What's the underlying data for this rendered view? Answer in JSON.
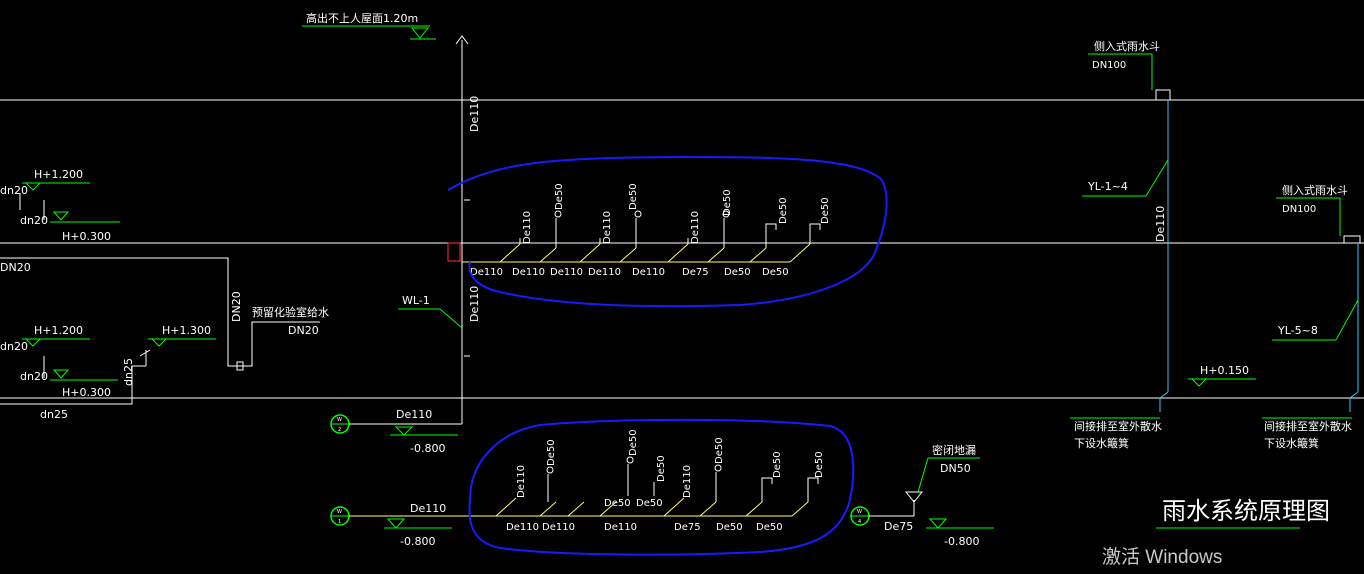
{
  "canvas": {
    "background": "#000000",
    "colors": {
      "white": "#ffffff",
      "green": "#00ff00",
      "yellow": "#ffff66",
      "cyan": "#33ccff",
      "blue": "#1a1aff",
      "red": "#ff3333"
    }
  },
  "labels": {
    "roof_note": "高出不上人屋面",
    "roof_height": "1.20m",
    "side_drain_1": "侧入式雨水斗",
    "side_drain_1_dn": "DN100",
    "yl_1_4": "YL-1~4",
    "side_drain_2": "侧入式雨水斗",
    "side_drain_2_dn": "DN100",
    "yl_5_8": "YL-5~8",
    "h_0150": "H+0.150",
    "indirect_1a": "间接排至室外散水",
    "indirect_1b": "下设水簸箕",
    "indirect_2a": "间接排至室外散水",
    "indirect_2b": "下设水簸箕",
    "de110_riser_cyan": "De110",
    "h1200_top": "H+1.200",
    "dn20_top": "dn20",
    "dn20_top2": "dn20",
    "h0300_top": "H+0.300",
    "dn20_mid": "DN20",
    "dn20_vert": "DN20",
    "reserved_lab": "预留化验室给水",
    "reserved_lab_dn": "DN20",
    "h1200_bottom": "H+1.200",
    "h1300": "H+1.300",
    "dn20_bot": "dn20",
    "dn20_bot2": "dn20",
    "dn25_vert": "dn25",
    "h0300_bottom": "H+0.300",
    "dn25": "dn25",
    "wl1": "WL-1",
    "de110_riser_top": "De110",
    "de110_riser_bottom": "De110",
    "upper_branch_labels": [
      "De110",
      "De110",
      "De110",
      "De110",
      "De110",
      "De75",
      "De50",
      "De50"
    ],
    "upper_vert_labels": [
      "De110",
      "De50",
      "De110",
      "De50",
      "De110",
      "De50",
      "De50",
      "De50"
    ],
    "circle_w2_a": "W",
    "circle_w2_b": "2",
    "de110_w2": "De110",
    "elev_w2": "-0.800",
    "lower_branch_labels": [
      "De110",
      "De110",
      "De50",
      "De50",
      "De110",
      "De75",
      "De50",
      "De50"
    ],
    "lower_vert_labels": [
      "De110",
      "De50",
      "De50",
      "De50",
      "De110",
      "De50",
      "De50",
      "De50"
    ],
    "circle_w1_a": "W",
    "circle_w1_b": "1",
    "de110_w1": "De110",
    "elev_w1": "-0.800",
    "floor_drain": "密闭地漏",
    "floor_drain_dn": "DN50",
    "circle_w4_a": "W",
    "circle_w4_b": "4",
    "de75_w4": "De75",
    "elev_w4": "-0.800",
    "title": "雨水系统原理图",
    "watermark": "激活 Windows"
  }
}
